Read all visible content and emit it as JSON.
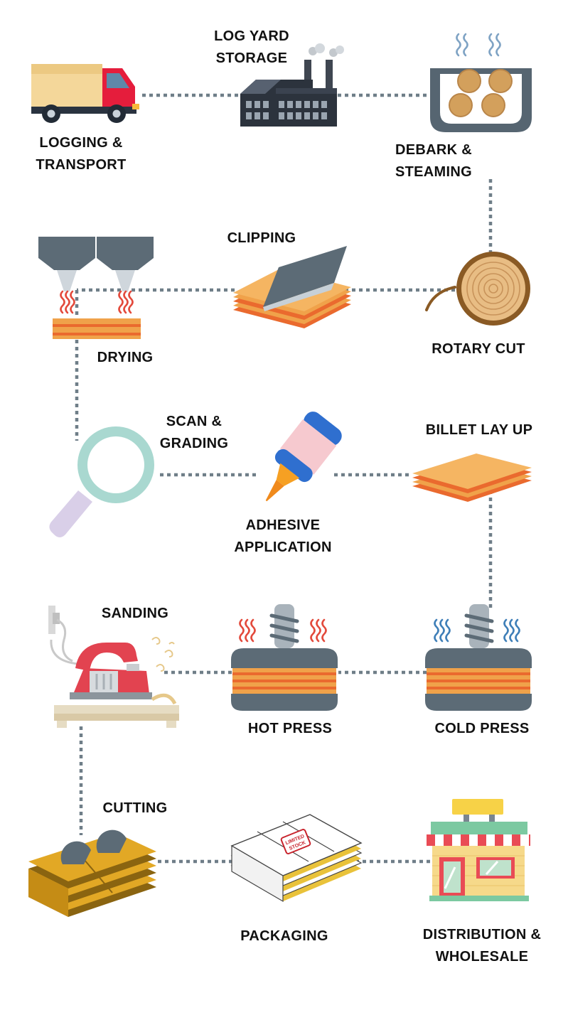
{
  "steps": [
    {
      "id": "logging",
      "label": "LOGGING &\nTRANSPORT",
      "icon": "truck-icon"
    },
    {
      "id": "log-yard",
      "label": "LOG YARD\nSTORAGE",
      "icon": "factory-icon"
    },
    {
      "id": "debark",
      "label": "DEBARK &\nSTEAMING",
      "icon": "steaming-logs-icon"
    },
    {
      "id": "rotary-cut",
      "label": "ROTARY CUT",
      "icon": "log-peeling-icon"
    },
    {
      "id": "clipping",
      "label": "CLIPPING",
      "icon": "veneer-clipper-icon"
    },
    {
      "id": "drying",
      "label": "DRYING",
      "icon": "dryer-hoppers-icon"
    },
    {
      "id": "scan-grading",
      "label": "SCAN &\nGRADING",
      "icon": "magnifier-icon"
    },
    {
      "id": "adhesive",
      "label": "ADHESIVE\nAPPLICATION",
      "icon": "glue-bottle-icon"
    },
    {
      "id": "billet-lay-up",
      "label": "BILLET LAY UP",
      "icon": "veneer-stack-icon"
    },
    {
      "id": "cold-press",
      "label": "COLD PRESS",
      "icon": "cold-press-icon"
    },
    {
      "id": "hot-press",
      "label": "HOT PRESS",
      "icon": "hot-press-icon"
    },
    {
      "id": "sanding",
      "label": "SANDING",
      "icon": "planer-icon"
    },
    {
      "id": "cutting",
      "label": "CUTTING",
      "icon": "saw-boards-icon"
    },
    {
      "id": "packaging",
      "label": "PACKAGING",
      "icon": "packed-boards-icon"
    },
    {
      "id": "distribution",
      "label": "DISTRIBUTION &\nWHOLESALE",
      "icon": "shop-icon"
    }
  ],
  "stamp_text": "LIMITED STOCK",
  "colors": {
    "connector": "#6f7e88",
    "veneer_orange": "#f0a24a",
    "veneer_stripe": "#ea6a2e",
    "steel_grey": "#5c6b76",
    "heat_red": "#e34a3c",
    "cold_blue": "#3f7fb8",
    "wood_yellow": "#e2a825",
    "glue_blue": "#2f6fcf",
    "glue_pink": "#f6c9cf",
    "magnifier_mint": "#a9d8d0"
  }
}
